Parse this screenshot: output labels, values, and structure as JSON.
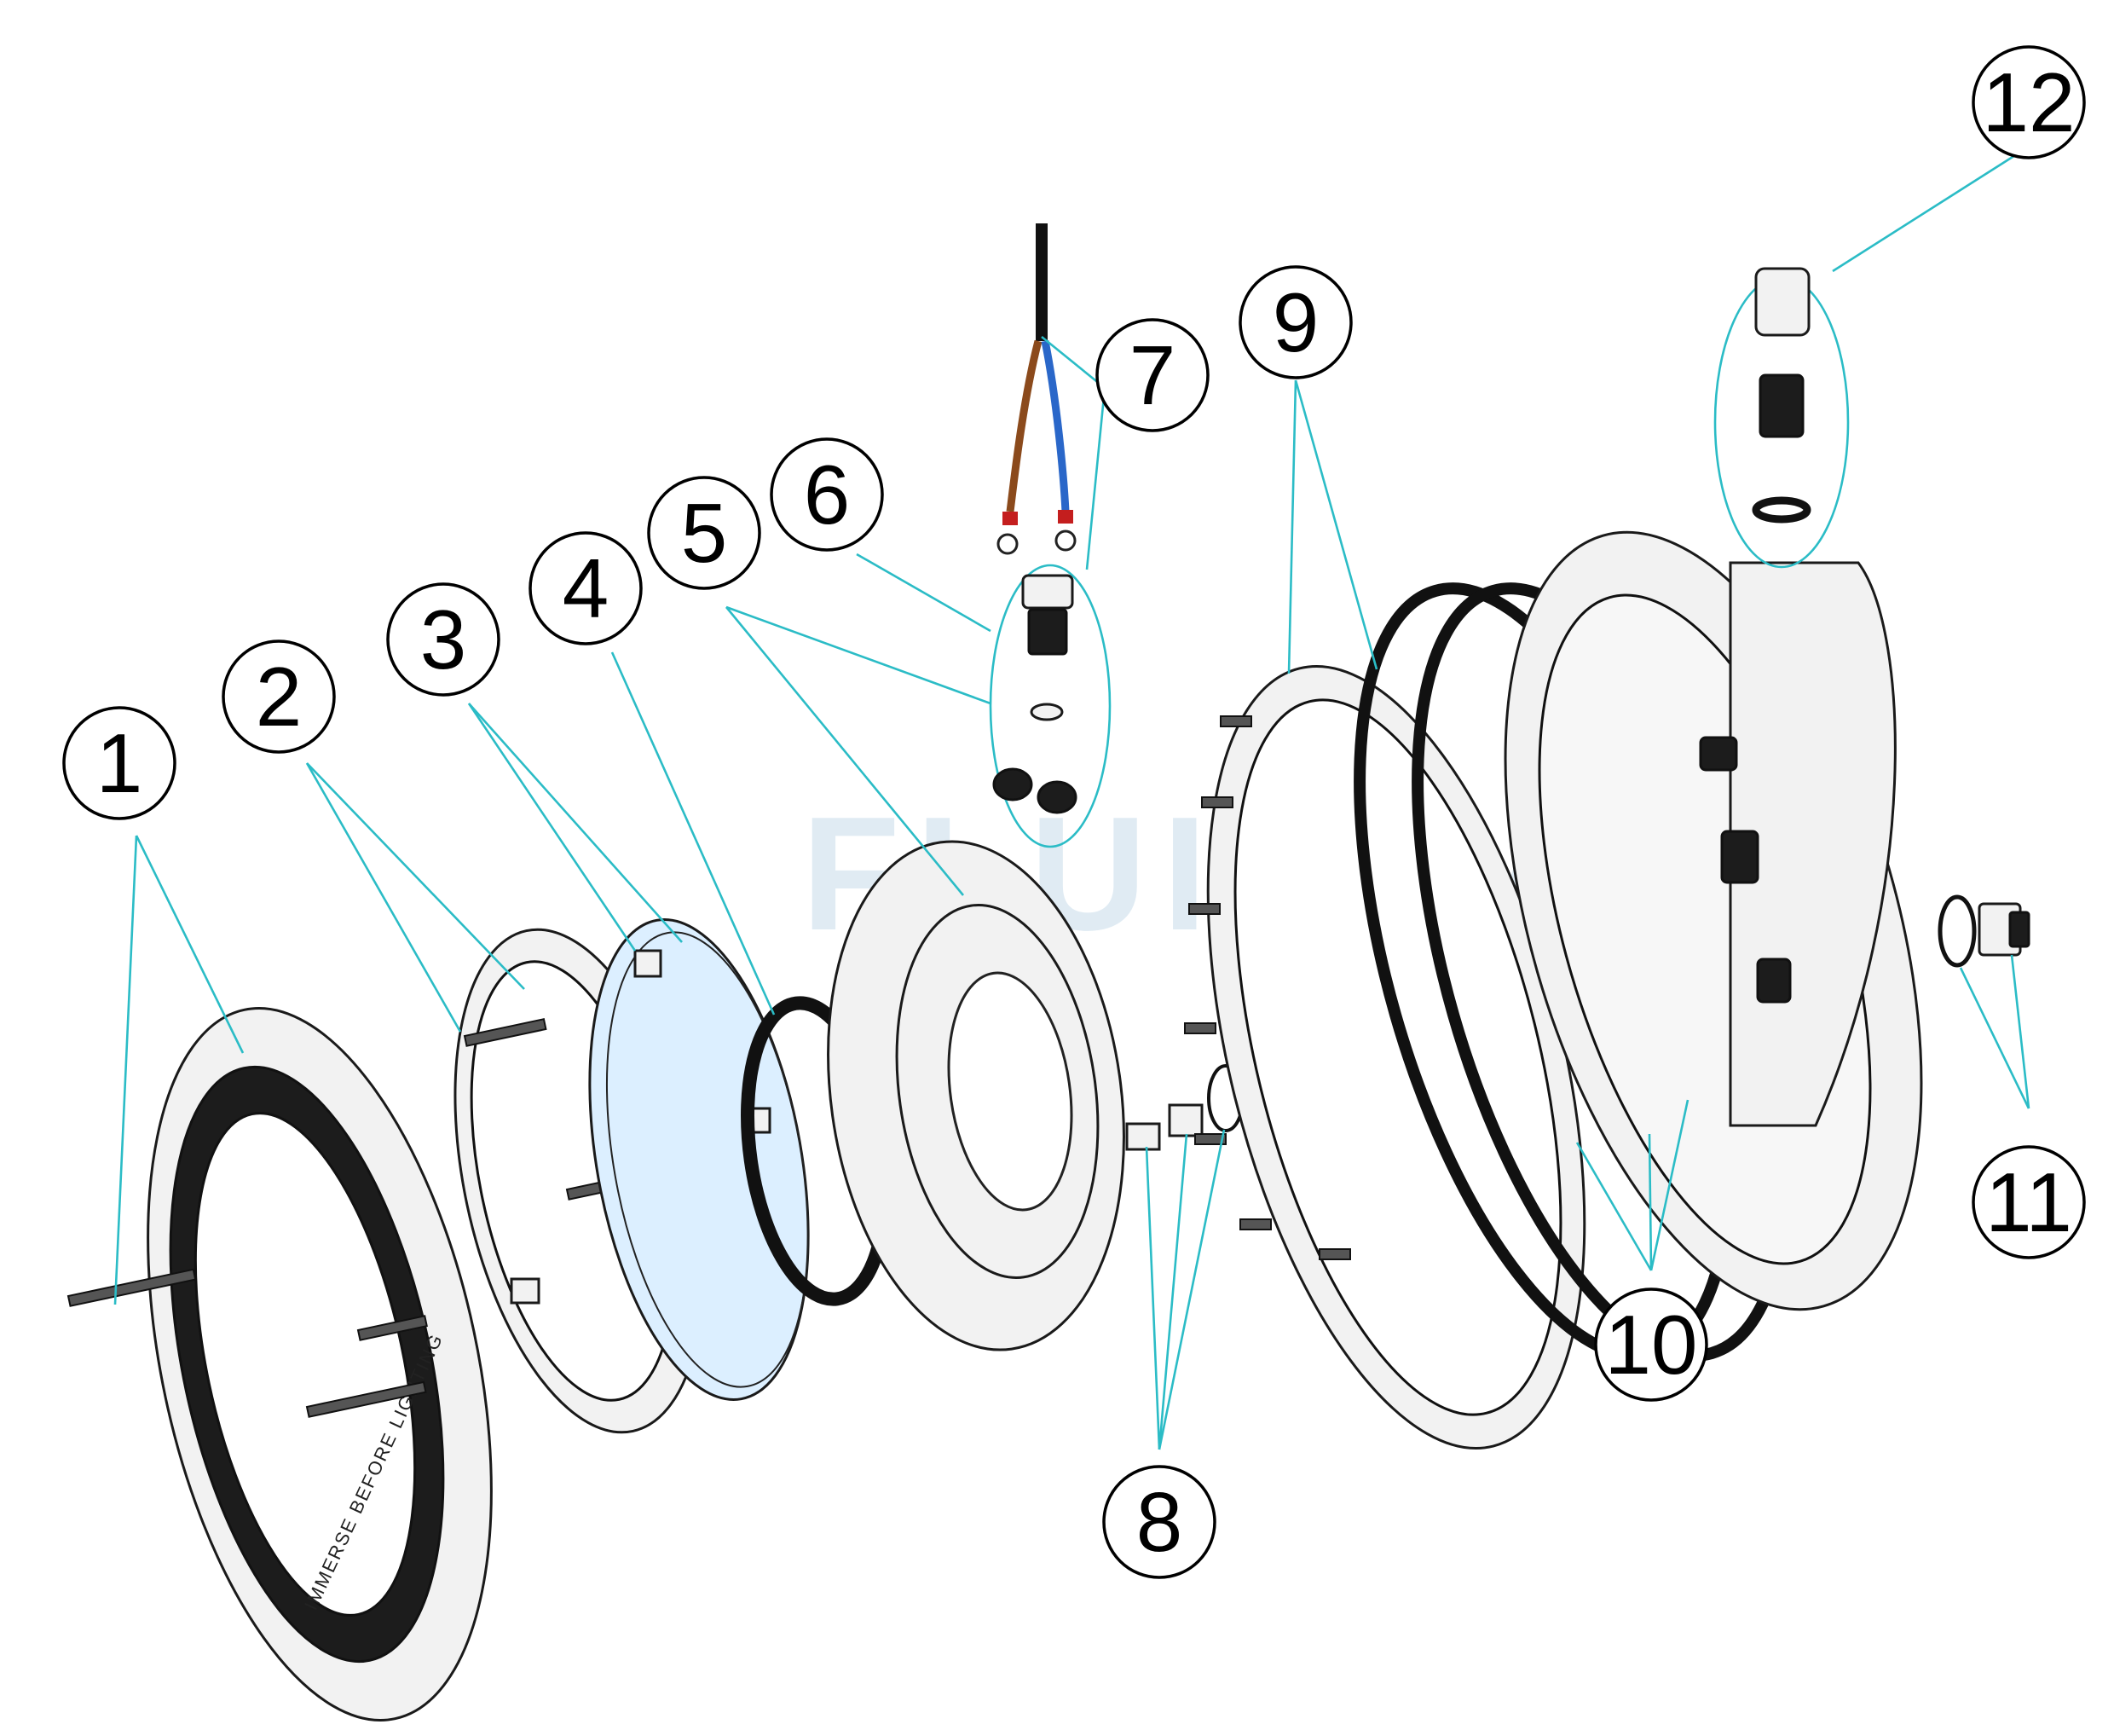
{
  "watermark": "FLUIDRA",
  "callouts": [
    {
      "id": "1",
      "label": "1"
    },
    {
      "id": "2",
      "label": "2"
    },
    {
      "id": "3",
      "label": "3"
    },
    {
      "id": "4",
      "label": "4"
    },
    {
      "id": "5",
      "label": "5"
    },
    {
      "id": "6",
      "label": "6"
    },
    {
      "id": "7",
      "label": "7"
    },
    {
      "id": "8",
      "label": "8"
    },
    {
      "id": "9",
      "label": "9"
    },
    {
      "id": "10",
      "label": "10"
    },
    {
      "id": "11",
      "label": "11"
    },
    {
      "id": "12",
      "label": "12"
    }
  ],
  "ring_text": "IMMERSE BEFORE LIGHTING",
  "colors": {
    "leader": "#2bbcc6",
    "cable_brown": "#8b4a1c",
    "cable_blue": "#2a67c9",
    "terminal_red": "#c41e1e",
    "lens_blue": "#dcefff"
  }
}
